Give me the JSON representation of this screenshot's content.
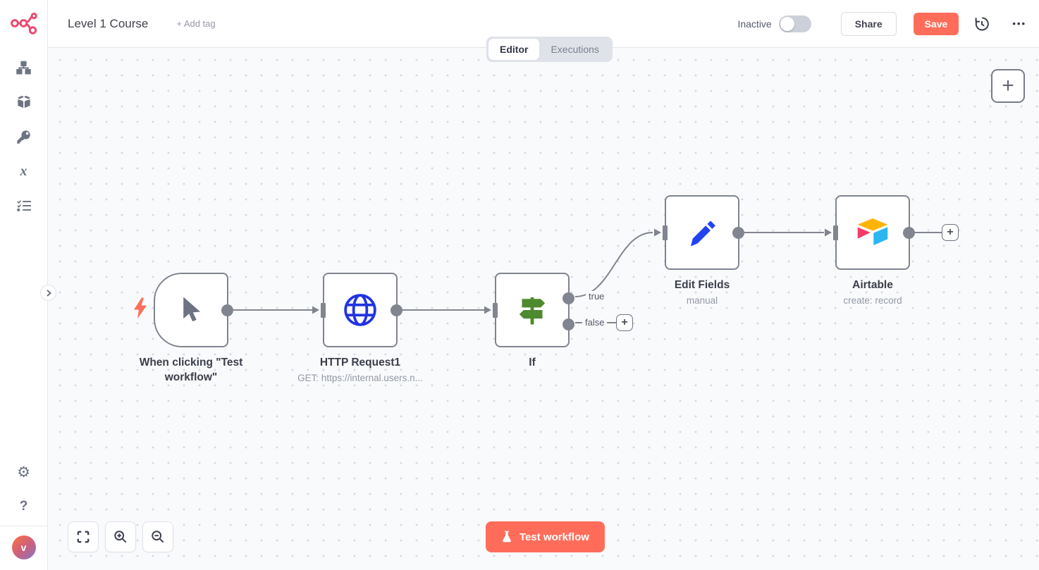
{
  "header": {
    "title": "Level 1 Course",
    "add_tag_label": "+ Add tag",
    "status_label": "Inactive",
    "share_label": "Share",
    "save_label": "Save",
    "more_label": "•••"
  },
  "tabs": {
    "editor": "Editor",
    "executions": "Executions"
  },
  "workflow": {
    "nodes": [
      {
        "name": "When clicking \"Test workflow\"",
        "subtitle": ""
      },
      {
        "name": "HTTP Request1",
        "subtitle": "GET: https://internal.users.n..."
      },
      {
        "name": "If",
        "subtitle": ""
      },
      {
        "name": "Edit Fields",
        "subtitle": "manual"
      },
      {
        "name": "Airtable",
        "subtitle": "create: record"
      }
    ],
    "branch_labels": {
      "true": "true",
      "false": "false"
    }
  },
  "canvas_controls": {
    "test_workflow_label": "Test workflow"
  },
  "sidebar": {
    "avatar_initial": "v"
  },
  "colors": {
    "accent": "#ff6d5a",
    "logo_pink": "#ea4b71",
    "node_border": "#80848f",
    "http_blue": "#2134e0",
    "set_blue": "#2343f2",
    "if_green": "#4e8a2e",
    "airtable_yellow": "#fcb400",
    "airtable_red": "#f23b66",
    "airtable_blue": "#2bb6f2",
    "canvas_bg": "#f9fafc"
  }
}
